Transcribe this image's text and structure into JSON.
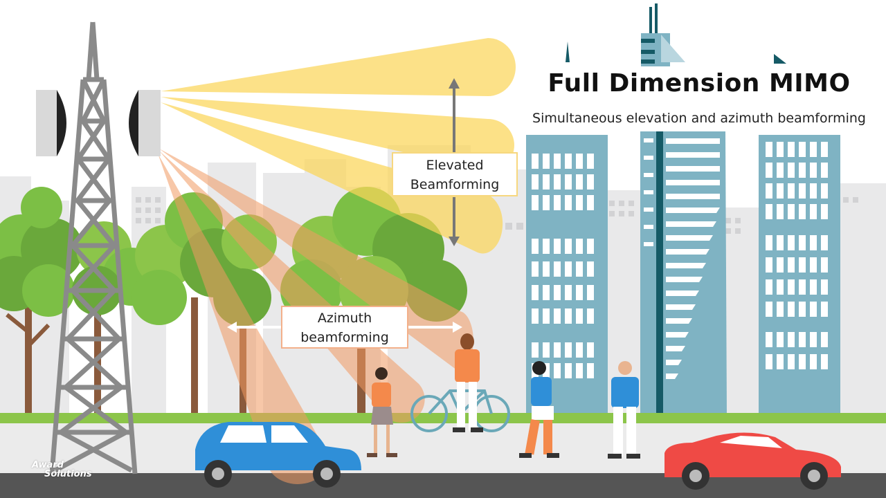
{
  "title": "Full Dimension MIMO",
  "subtitle": "Simultaneous elevation and azimuth beamforming",
  "callouts": {
    "elevated": {
      "line1": "Elevated",
      "line2": "Beamforming"
    },
    "azimuth": {
      "line1": "Azimuth",
      "line2": "beamforming"
    }
  },
  "logo": {
    "line1": "Award",
    "line2": "Solutions"
  },
  "colors": {
    "elevation_beam": "#fbd65a",
    "azimuth_beam": "#f29a62",
    "grass": "#8cc54a",
    "road": "#555555",
    "building": "#7fb3c3",
    "tower": "#8a8a8a"
  },
  "icons": [
    "cell-tower-icon",
    "antenna-icon",
    "tree-icon",
    "building-icon",
    "person-icon",
    "bicycle-icon",
    "car-icon",
    "double-arrow-icon"
  ]
}
